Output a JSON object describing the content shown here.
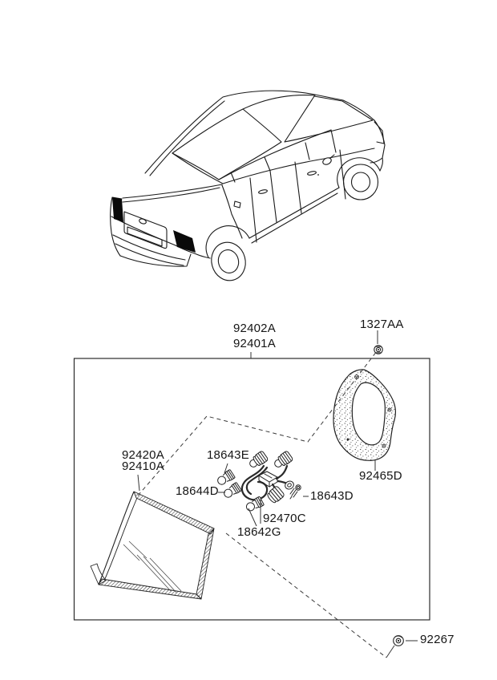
{
  "diagram": {
    "title": "rear combination lamp parts diagram",
    "background_color": "#ffffff",
    "line_color": "#1a1a1a",
    "highlight_color": "#000000"
  },
  "vehicle": {
    "type": "sedan-rear-three-quarter-line-drawing",
    "highlighted_parts": [
      "left-tail-lamp",
      "right-tail-lamp"
    ]
  },
  "labels": {
    "lamp_assembly": {
      "line1": "92402A",
      "line2": "92401A"
    },
    "nut_top": "1327AA",
    "pad": "92465D",
    "lens_assembly": {
      "line1": "92420A",
      "line2": "92410A"
    },
    "bulb_small": "18643E",
    "bulb_large": "18644D",
    "screw": "18643D",
    "bulb_holder_wiring": "92470C",
    "bulb_wedge": "18642G",
    "nut_bottom": "92267"
  }
}
